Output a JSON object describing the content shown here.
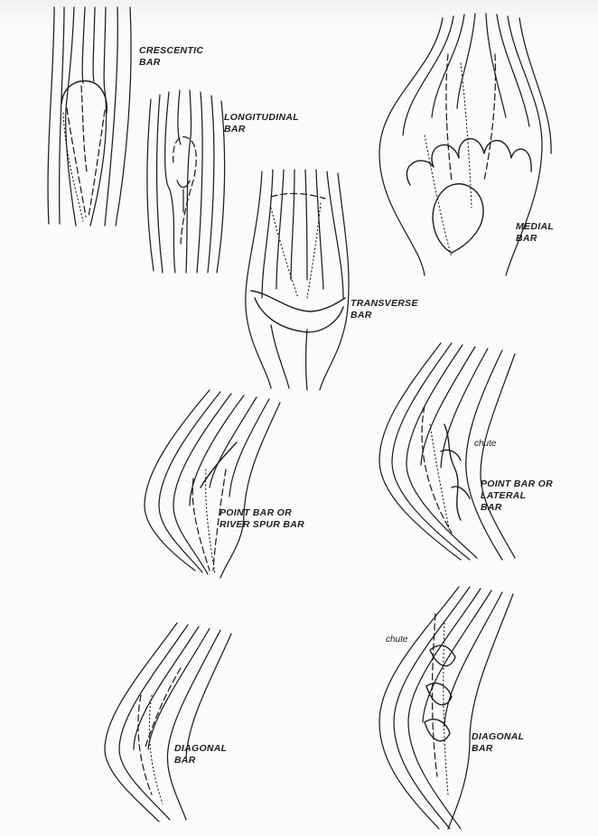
{
  "diagrams": [
    {
      "id": "crescentic",
      "lines": [
        "CRESCENTIC",
        "BAR"
      ]
    },
    {
      "id": "longitudinal",
      "lines": [
        "LONGITUDINAL",
        "BAR"
      ]
    },
    {
      "id": "medial",
      "lines": [
        "MEDIAL",
        "BAR"
      ]
    },
    {
      "id": "transverse",
      "lines": [
        "TRANSVERSE",
        "BAR"
      ]
    },
    {
      "id": "point-river-spur",
      "lines": [
        "POINT BAR or",
        "RIVER SPUR BAR"
      ]
    },
    {
      "id": "point-lateral",
      "lines": [
        "POINT BAR or",
        "LATERAL",
        "BAR"
      ],
      "chute": "chute"
    },
    {
      "id": "diagonal-left",
      "lines": [
        "DIAGONAL",
        "BAR"
      ]
    },
    {
      "id": "diagonal-right",
      "lines": [
        "DIAGONAL",
        "BAR"
      ],
      "chute": "chute"
    }
  ]
}
